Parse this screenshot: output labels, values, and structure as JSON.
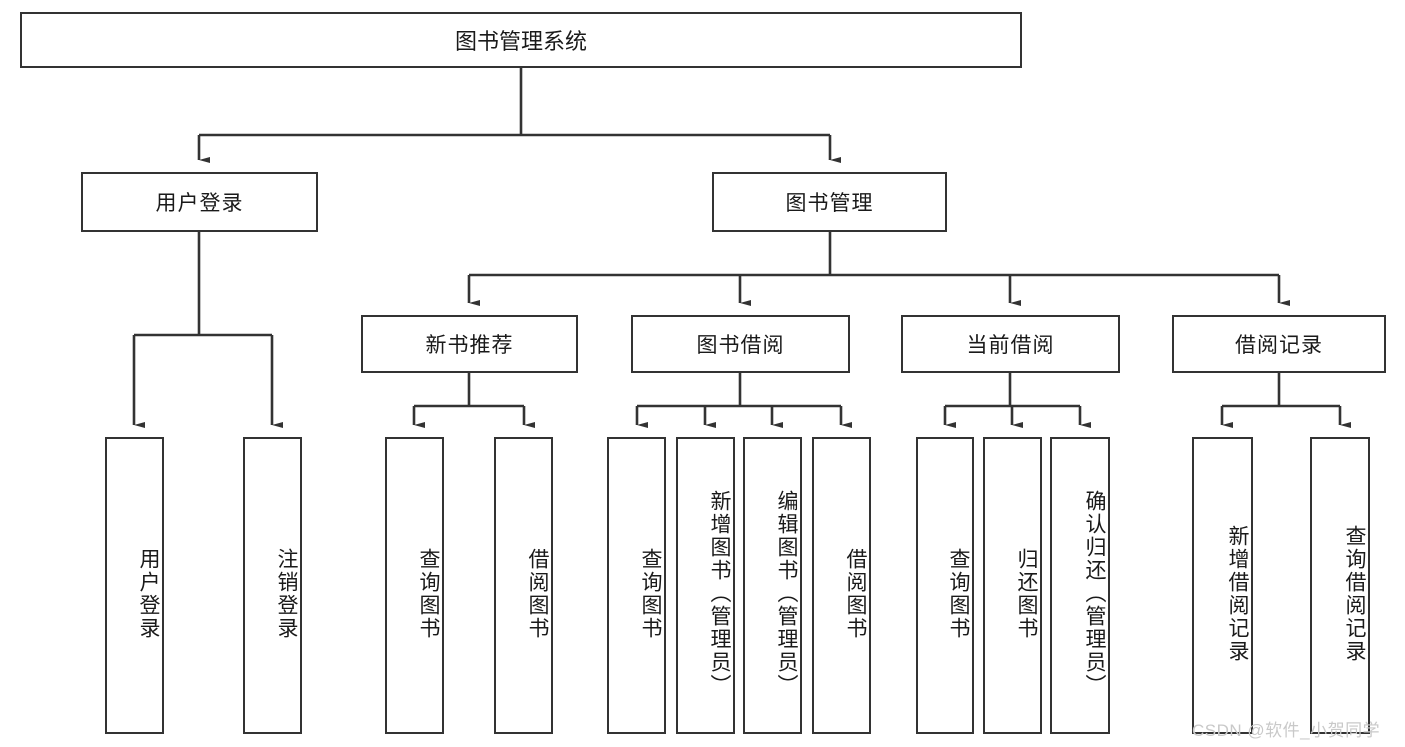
{
  "diagram": {
    "title": "图书管理系统",
    "type": "tree-hierarchy-diagram",
    "watermark": "CSDN @软件_小贺同学",
    "colors": {
      "border": "#333333",
      "background": "#ffffff",
      "text": "#1a1a1a",
      "watermark": "#c9c9c9"
    },
    "levels": {
      "root": {
        "label": "图书管理系统"
      },
      "level2": [
        {
          "label": "用户登录"
        },
        {
          "label": "图书管理"
        }
      ],
      "level3": [
        {
          "label": "新书推荐"
        },
        {
          "label": "图书借阅"
        },
        {
          "label": "当前借阅"
        },
        {
          "label": "借阅记录"
        }
      ],
      "level4": [
        {
          "label": "用户登录"
        },
        {
          "label": "注销登录"
        },
        {
          "label": "查询图书"
        },
        {
          "label": "借阅图书"
        },
        {
          "label": "查询图书"
        },
        {
          "label": "新增图书（管理员）"
        },
        {
          "label": "编辑图书（管理员）"
        },
        {
          "label": "借阅图书"
        },
        {
          "label": "查询图书"
        },
        {
          "label": "归还图书"
        },
        {
          "label": "确认归还（管理员）"
        },
        {
          "label": "新增借阅记录"
        },
        {
          "label": "查询借阅记录"
        }
      ]
    }
  }
}
